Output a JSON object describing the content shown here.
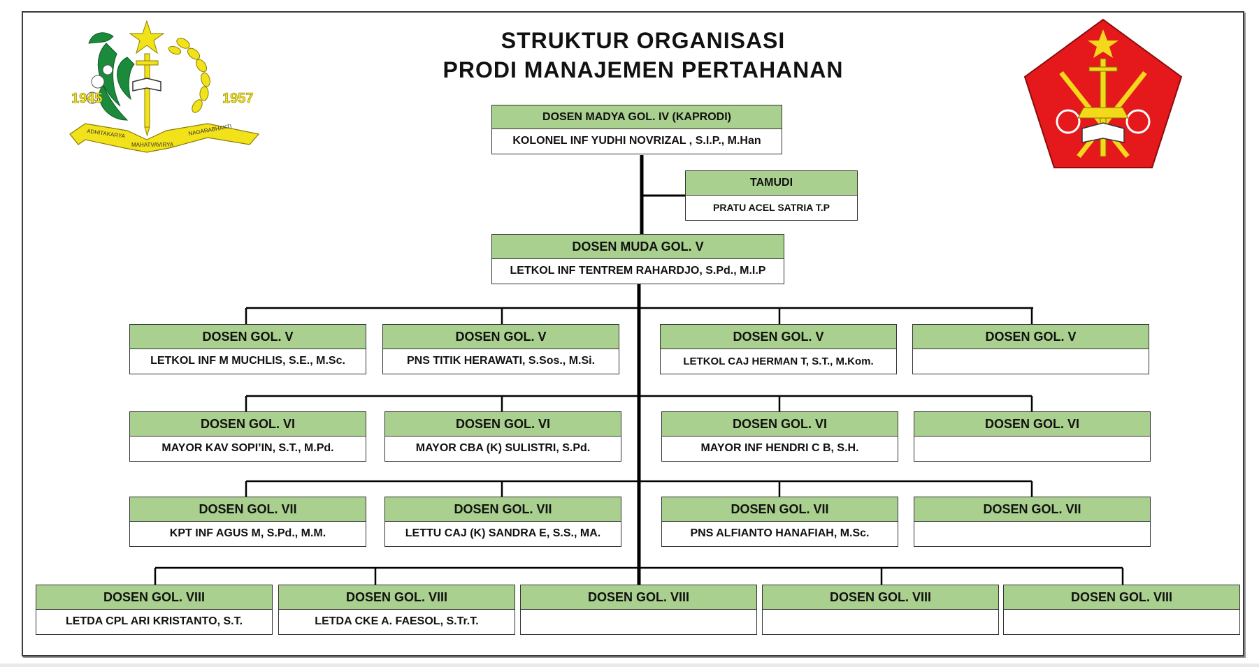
{
  "title": {
    "line1": "STRUKTUR ORGANISASI",
    "line2": "PRODI MANAJEMEN PERTAHANAN"
  },
  "logo_left": {
    "icon": "emblem-wreath-star-dagger",
    "year_left": "1945",
    "year_right": "1957",
    "motto_left": "ADHITAKARYA",
    "motto_center": "MAHATVAVIRYA",
    "motto_right": "NAGARABHAKTI",
    "colors": {
      "green": "#1b8a3a",
      "yellow": "#f2e21a",
      "red": "#d9261c"
    }
  },
  "logo_right": {
    "icon": "pentagon-emblem-dagger-rifles",
    "colors": {
      "red": "#e5191b",
      "yellow": "#f3d81c"
    }
  },
  "kaprodi": {
    "position": "DOSEN MADYA GOL. IV (KAPRODI)",
    "name": "KOLONEL INF YUDHI NOVRIZAL , S.I.P., M.Han"
  },
  "tamudi": {
    "position": "TAMUDI",
    "name": "PRATU ACEL SATRIA T.P"
  },
  "dosen_muda": {
    "position": "DOSEN MUDA GOL. V",
    "name": "LETKOL INF TENTREM RAHARDJO, S.Pd., M.I.P"
  },
  "row_v": [
    {
      "position": "DOSEN GOL. V",
      "name": "LETKOL INF M MUCHLIS, S.E., M.Sc."
    },
    {
      "position": "DOSEN GOL. V",
      "name": "PNS TITIK HERAWATI, S.Sos., M.Si."
    },
    {
      "position": "DOSEN GOL. V",
      "name": "LETKOL CAJ HERMAN T, S.T., M.Kom."
    },
    {
      "position": "DOSEN GOL. V",
      "name": ""
    }
  ],
  "row_vi": [
    {
      "position": "DOSEN GOL. VI",
      "name": "MAYOR KAV SOPI’IN, S.T., M.Pd."
    },
    {
      "position": "DOSEN GOL. VI",
      "name": "MAYOR CBA (K) SULISTRI, S.Pd."
    },
    {
      "position": "DOSEN GOL. VI",
      "name": "MAYOR INF HENDRI C B, S.H."
    },
    {
      "position": "DOSEN GOL. VI",
      "name": ""
    }
  ],
  "row_vii": [
    {
      "position": "DOSEN GOL. VII",
      "name": "KPT INF AGUS M, S.Pd., M.M."
    },
    {
      "position": "DOSEN GOL. VII",
      "name": "LETTU CAJ (K) SANDRA E, S.S., MA."
    },
    {
      "position": "DOSEN GOL. VII",
      "name": "PNS ALFIANTO HANAFIAH, M.Sc."
    },
    {
      "position": "DOSEN GOL. VII",
      "name": ""
    }
  ],
  "row_viii": [
    {
      "position": "DOSEN GOL. VIII",
      "name": "LETDA CPL ARI KRISTANTO, S.T."
    },
    {
      "position": "DOSEN GOL. VIII",
      "name": "LETDA CKE A. FAESOL, S.Tr.T."
    },
    {
      "position": "DOSEN GOL. VIII",
      "name": ""
    },
    {
      "position": "DOSEN GOL. VIII",
      "name": ""
    },
    {
      "position": "DOSEN GOL. VIII",
      "name": ""
    }
  ],
  "colors": {
    "header_green": "#a9d08e",
    "line": "#000000",
    "border": "#333333"
  }
}
